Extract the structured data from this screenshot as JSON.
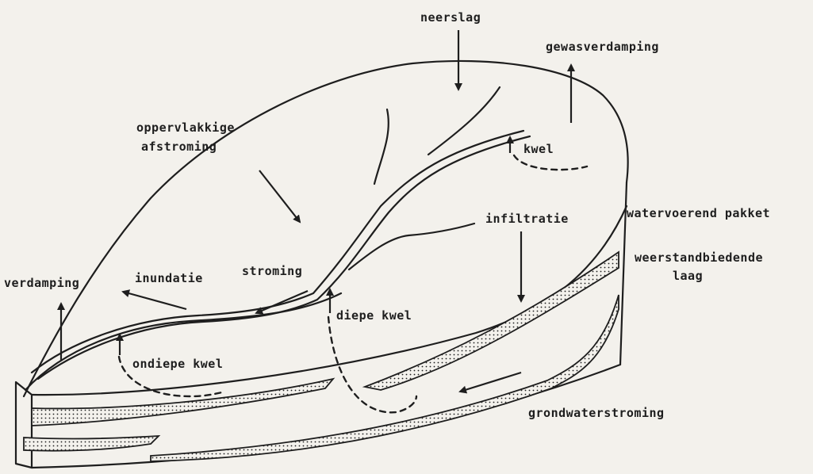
{
  "labels": {
    "neerslag": "neerslag",
    "gewasverdamping": "gewasverdamping",
    "oppervlakkige_1": "oppervlakkige",
    "oppervlakkige_2": "afstroming",
    "kwel": "kwel",
    "watervoerend_pakket": "watervoerend pakket",
    "infiltratie": "infiltratie",
    "weerstandbiedende_1": "weerstandbiedende",
    "weerstandbiedende_2": "laag",
    "verdamping": "verdamping",
    "inundatie": "inundatie",
    "stroming": "stroming",
    "diepe_kwel": "diepe kwel",
    "ondiepe_kwel": "ondiepe kwel",
    "grondwaterstroming": "grondwaterstroming"
  },
  "colors": {
    "ink": "#1e1e1e",
    "paper": "#f3f1ec"
  }
}
